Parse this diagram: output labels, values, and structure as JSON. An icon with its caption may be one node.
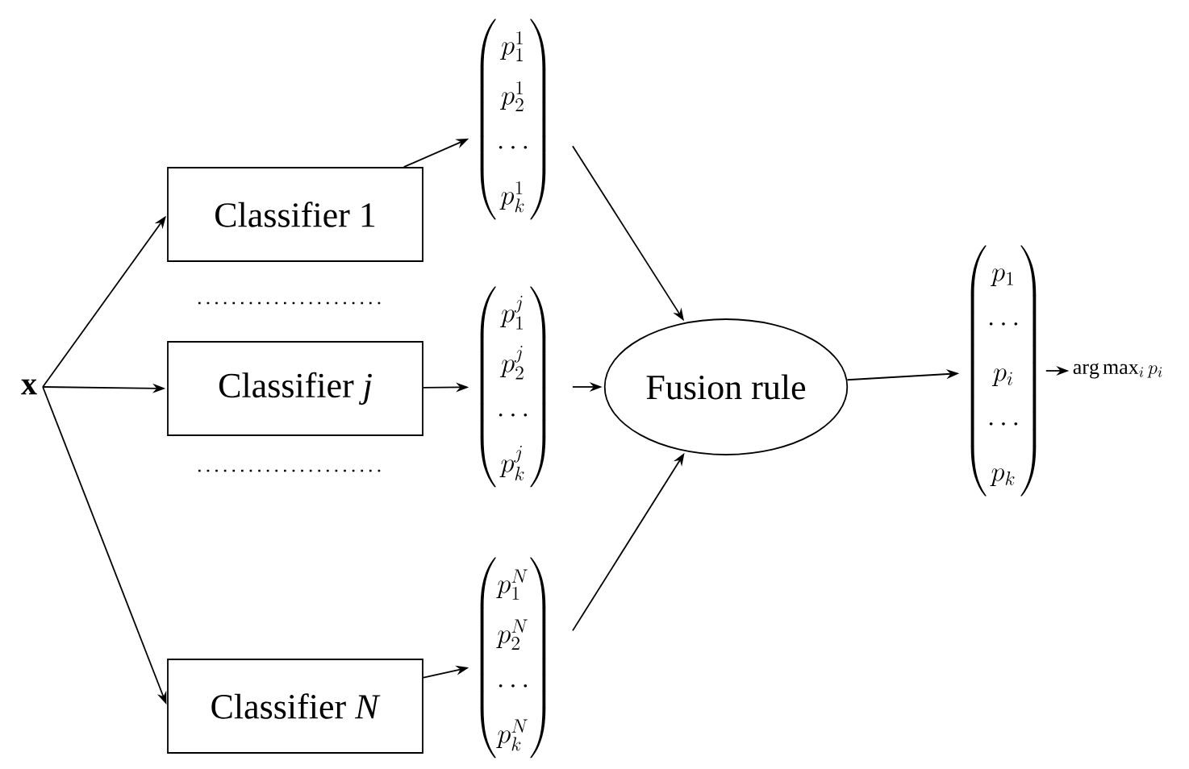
{
  "diagram": {
    "nodes": [
      {
        "text": [
          "x"
        ]
      },
      {
        "text": [
          "Classifier 1"
        ]
      },
      {
        "text": [
          "Classifier *j*"
        ]
      },
      {
        "text": [
          "Classifier *N*"
        ]
      },
      {
        "text": [
          "\\begin{pmatrix}p_1^1\\\\p_2^1\\\\\\cdots\\\\p_k^1\\end{pmatrix}"
        ]
      },
      {
        "text": [
          "\\begin{pmatrix}p_1^j\\\\p_2^j\\\\\\cdots\\\\p_k^j\\end{pmatrix}"
        ]
      },
      {
        "text": [
          "\\begin{pmatrix}p_1^N\\\\p_2^N\\\\\\cdots\\\\p_k^N\\end{pmatrix}"
        ]
      },
      {
        "text": [
          "Fusion rule"
        ]
      },
      {
        "text": [
          "\\begin{pmatrix}p_1\\\\\\cdots\\\\p_i\\\\\\cdots\\\\p_k\\end{pmatrix}"
        ]
      },
      {
        "text": [
          "\\arg\\max_i p_i"
        ]
      }
    ],
    "edges": [
      {
        "from": 0,
        "to": 1,
        "arrow": "to"
      },
      {
        "from": 0,
        "to": 2,
        "arrow": "to"
      },
      {
        "from": 0,
        "to": 3,
        "arrow": "to"
      },
      {
        "from": 1,
        "to": 4,
        "arrow": "to"
      },
      {
        "from": 2,
        "to": 5,
        "arrow": "to"
      },
      {
        "from": 3,
        "to": 6,
        "arrow": "to"
      },
      {
        "from": 4,
        "to": 7,
        "arrow": "to"
      },
      {
        "from": 5,
        "to": 7,
        "arrow": "to"
      },
      {
        "from": 6,
        "to": 7,
        "arrow": "to"
      },
      {
        "from": 7,
        "to": 8,
        "arrow": "to"
      },
      {
        "from": 8,
        "to": 9,
        "arrow": "to"
      }
    ]
  }
}
